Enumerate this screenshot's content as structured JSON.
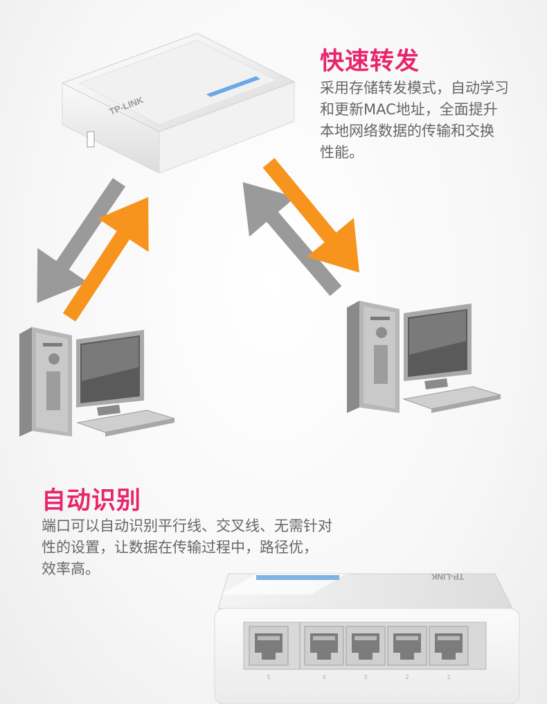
{
  "section1": {
    "title": "快速转发",
    "desc_lines": [
      "采用存储转发模式，自动学习",
      "和更新MAC地址，全面提升",
      "本地网络数据的传输和交换",
      "性能。"
    ]
  },
  "section2": {
    "title": "自动识别",
    "desc_lines": [
      "端口可以自动识别平行线、交叉线、无需针对",
      "性的设置，让数据在传输过程中，路径优，",
      "效率高。"
    ]
  },
  "device": {
    "brand": "TP-LINK",
    "port_numbers": [
      "5",
      "4",
      "3",
      "2",
      "1"
    ]
  },
  "colors": {
    "accent": "#e8246a",
    "arrow_orange": "#f7941d",
    "arrow_gray": "#9a9a9a",
    "text": "#666666"
  },
  "icons": [
    "switch-top-image",
    "computer-left-image",
    "computer-right-image",
    "switch-bottom-image"
  ]
}
